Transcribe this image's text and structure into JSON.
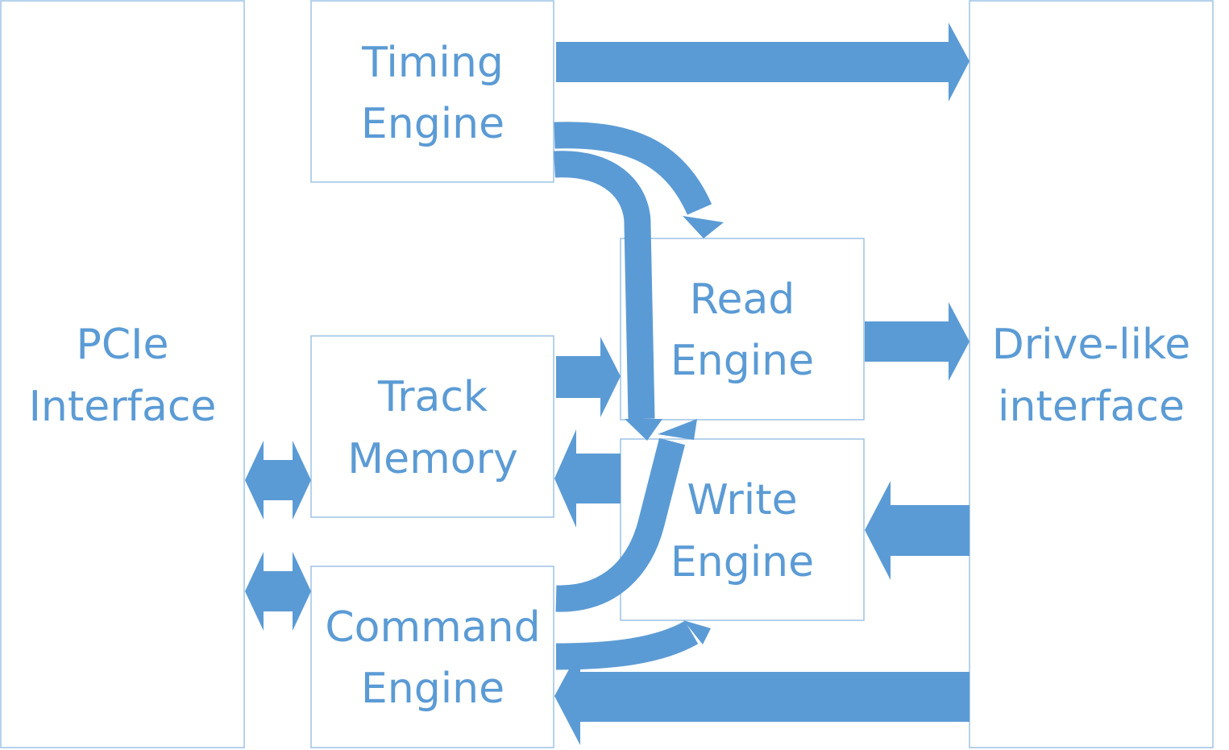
{
  "colors": {
    "accent": "#5b9bd5",
    "box_border": "#9dc3e6",
    "background": "#ffffff"
  },
  "blocks": {
    "pcie": {
      "line1": "PCIe",
      "line2": "Interface"
    },
    "timing": {
      "line1": "Timing",
      "line2": "Engine"
    },
    "track": {
      "line1": "Track",
      "line2": "Memory"
    },
    "command": {
      "line1": "Command",
      "line2": "Engine"
    },
    "read": {
      "line1": "Read",
      "line2": "Engine"
    },
    "write": {
      "line1": "Write",
      "line2": "Engine"
    },
    "drive": {
      "line1": "Drive-like",
      "line2": "interface"
    }
  }
}
